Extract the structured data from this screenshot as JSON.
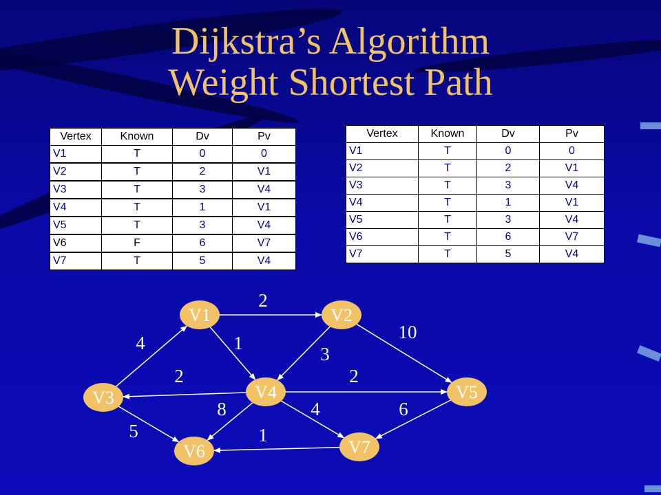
{
  "title": {
    "line1": "Dijkstra’s Algorithm",
    "line2": "Weight Shortest Path"
  },
  "colors": {
    "background": "#0a0aa8",
    "title": "#f2c266",
    "node": "#f2c266",
    "table_text": "#000099"
  },
  "tables": [
    {
      "headers": [
        "Vertex",
        "Known",
        "Dv",
        "Pv"
      ],
      "rows": [
        [
          "V1",
          "T",
          "0",
          "0"
        ],
        [
          "V2",
          "T",
          "2",
          "V1"
        ],
        [
          "V3",
          "T",
          "3",
          "V4"
        ],
        [
          "V4",
          "T",
          "1",
          "V1"
        ],
        [
          "V5",
          "T",
          "3",
          "V4"
        ],
        [
          "V6",
          "F",
          "6",
          "V7"
        ],
        [
          "V7",
          "T",
          "5",
          "V4"
        ]
      ]
    },
    {
      "headers": [
        "Vertex",
        "Known",
        "Dv",
        "Pv"
      ],
      "rows": [
        [
          "V1",
          "T",
          "0",
          "0"
        ],
        [
          "V2",
          "T",
          "2",
          "V1"
        ],
        [
          "V3",
          "T",
          "3",
          "V4"
        ],
        [
          "V4",
          "T",
          "1",
          "V1"
        ],
        [
          "V5",
          "T",
          "3",
          "V4"
        ],
        [
          "V6",
          "T",
          "6",
          "V7"
        ],
        [
          "V7",
          "T",
          "5",
          "V4"
        ]
      ]
    }
  ],
  "graph": {
    "nodes": [
      "V1",
      "V2",
      "V3",
      "V4",
      "V5",
      "V6",
      "V7"
    ],
    "edges": [
      {
        "from": "V1",
        "to": "V2",
        "weight": "2"
      },
      {
        "from": "V1",
        "to": "V4",
        "weight": "1"
      },
      {
        "from": "V3",
        "to": "V1",
        "weight": "4"
      },
      {
        "from": "V2",
        "to": "V4",
        "weight": "3"
      },
      {
        "from": "V2",
        "to": "V5",
        "weight": "10"
      },
      {
        "from": "V4",
        "to": "V3",
        "weight": "2"
      },
      {
        "from": "V4",
        "to": "V5",
        "weight": "2"
      },
      {
        "from": "V4",
        "to": "V6",
        "weight": "8"
      },
      {
        "from": "V4",
        "to": "V7",
        "weight": "4"
      },
      {
        "from": "V5",
        "to": "V7",
        "weight": "6"
      },
      {
        "from": "V3",
        "to": "V6",
        "weight": "5"
      },
      {
        "from": "V7",
        "to": "V6",
        "weight": "1"
      }
    ]
  }
}
